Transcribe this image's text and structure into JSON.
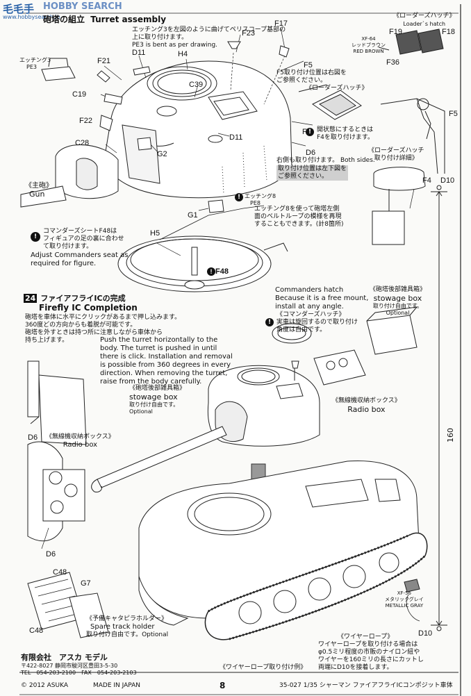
{
  "watermark": {
    "site_cn": "毛毛手",
    "site_en": "HOBBY SEARCH",
    "url": "www.hobbysearch.jp"
  },
  "step23": {
    "title_jp": "砲塔の組立",
    "title_en": "Turret assembly",
    "etching_note_jp": [
      "エッチング3を左図のように曲げてペリスコープ基部の",
      "上に取り付けます。"
    ],
    "etching_note_en": "PE3 is bent as per drawing.",
    "etching_label": [
      "エッチング3",
      "PE3"
    ],
    "gun_label": [
      "《主砲》",
      "Gun"
    ],
    "f5_note": [
      "F5取り付け位置は右図を",
      "ご参照ください。"
    ],
    "loader_hatch_note": [
      "《ローダーズハッチ》"
    ],
    "f4_warn_jp": [
      "開状態にするときは",
      "F4を取り付けます。"
    ],
    "d6_note_jp": "右側も取り付けます。",
    "d6_note_en": "Both sides.",
    "d6_pos_note": [
      "取り付け位置は左下図を",
      "ご参照ください。"
    ],
    "pe8_label": [
      "エッチング8",
      "PE8"
    ],
    "pe8_note": [
      "エッチング8を使って砲塔左側",
      "面のベルトループの模様を再現",
      "することもできます。(計8箇所)"
    ],
    "commander_seat_jp": [
      "コマンダーズシートF48は",
      "フィギュアの足の裏に合わせ",
      "て取り付けます。"
    ],
    "commander_seat_en": [
      "Adjust Commanders seat as",
      "required for figure."
    ]
  },
  "loaders_hatch": {
    "title_jp": "《ローダーズハッチ》",
    "title_en": "Loader`s hatch",
    "paint_code": "XF-64",
    "paint_jp": "レッドブラウン",
    "paint_en": "RED BROWN",
    "detail_title": "《ローダーズハッチ",
    "detail_sub": "取り付け詳細》"
  },
  "parts": {
    "F17": "F17",
    "F23": "F23",
    "F19": "F19",
    "F18": "F18",
    "F36": "F36",
    "F21": "F21",
    "D11a": "D11",
    "H4": "H4",
    "C39": "C39",
    "C19": "C19",
    "F22": "F22",
    "F5a": "F5",
    "F5b": "F5",
    "F4a": "F4",
    "F4b": "F4",
    "D11b": "D11",
    "C28": "C28",
    "G2": "G2",
    "D6a": "D6",
    "D10a": "D10",
    "G1": "G1",
    "H5": "H5",
    "F48": "F48",
    "D6b": "D6",
    "D6c": "D6",
    "C48a": "C48",
    "G7": "G7",
    "C48b": "C48",
    "D10b": "D10"
  },
  "step24": {
    "number": "24",
    "title_jp": "ファイアフライICの完成",
    "title_en": "Firefly IC Completion",
    "note_jp": [
      "砲塔を車体に水平にクリックがあるまで押し込みます。",
      "360度どの方向からも着脱が可能です。",
      "砲塔を外すときは持つ所に注意しながら車体から",
      "持ち上げます。"
    ],
    "note_en": [
      "Push the turret horizontally to the",
      "body. The turret is pushed in until",
      "there is click. Installation and removal",
      "is possible from 360 degrees in every",
      "direction. When removing the turret,",
      "raise from the body carefully."
    ],
    "commanders_hatch_en": [
      "Commanders hatch",
      "Because it is a free mount,",
      "install at any angle."
    ],
    "commanders_hatch_jp": [
      "《コマンダーズハッチ》",
      "実車は旋回するので取り付け",
      "角度は自由です。"
    ],
    "stowage_rear_jp": "《砲塔後部雑具箱》",
    "stowage_rear_en": "stowage box",
    "stowage_rear_opt_jp": "取り付け自由です。",
    "stowage_rear_opt_en": "Optional",
    "radio_box_jp": "《無線機収納ボックス》",
    "radio_box_en": "Radio box",
    "stowage_left_jp": "《砲塔後部雑具箱》",
    "stowage_left_en": "stowage box",
    "stowage_left_opt_jp": "取り付け自由です。",
    "stowage_left_opt_en": "Optional",
    "radio_box2_jp": "《無線機収納ボックス》",
    "radio_box2_en": "Radio box",
    "spare_track_jp": "《予備キャタピラホルダー》",
    "spare_track_en": "Spare track holder",
    "spare_track_opt": "取り付け自由です。Optional",
    "wire_rope_title": "《ワイヤーロープ》",
    "wire_rope_note": [
      "ワイヤーロープを取り付ける場合は",
      "φ0.5ミリ程度の市販のナイロン紐や",
      "ワイヤーを160ミリの長さにカットし",
      "両端にD10を接着します。"
    ],
    "wire_rope_pos": "《ワイヤーロープ取り付け例》",
    "metallic_code": "XF-56",
    "metallic_jp": "メタリックグレイ",
    "metallic_en": "METALLIC GRAY",
    "dimension": "160"
  },
  "company": {
    "name_jp": "有限会社　アスカ モデル",
    "address": "〒422-8027 静岡市駿河区豊田3-5-30",
    "tel": "TEL　054-203-2100　FAX　054-203-2103"
  },
  "footer": {
    "copyright": "©  2012 ASUKA",
    "made_in": "MADE IN JAPAN",
    "page": "8",
    "product": "35-027 1/35 シャーマン ファイアフライICコンポジット車体"
  },
  "colors": {
    "ink": "#111111",
    "paper": "#fafaf8",
    "watermark": "#2a62a8"
  }
}
